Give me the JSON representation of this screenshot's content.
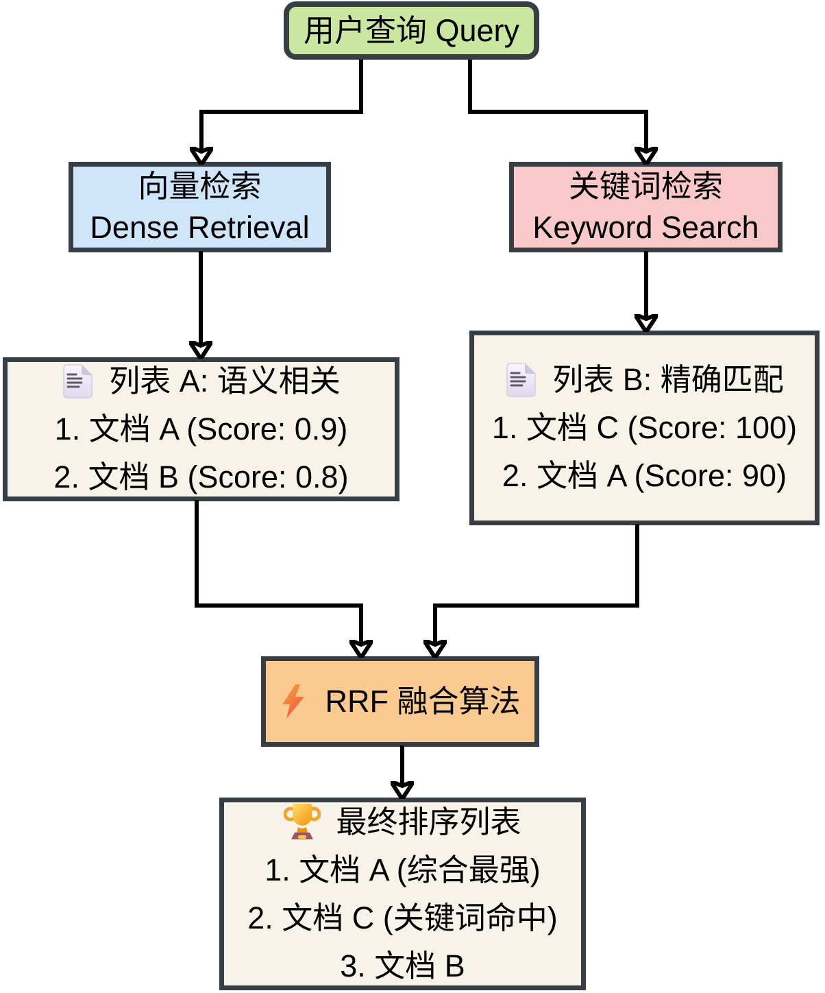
{
  "colors": {
    "canvas-bg": "#ffffff",
    "border": "#383e45",
    "edge": "#000000",
    "text": "#000000",
    "query-bg": "#c9e7a0",
    "dense-bg": "#cfe5f9",
    "keyword-bg": "#f9c9c9",
    "list-bg": "#f7f3e8",
    "rrf-bg": "#fbca90"
  },
  "nodes": {
    "query": {
      "label": "用户查询 Query"
    },
    "dense": {
      "lines": [
        "向量检索",
        "Dense Retrieval"
      ]
    },
    "keyword": {
      "lines": [
        "关键词检索",
        "Keyword Search"
      ]
    },
    "list_a": {
      "icon": "document-icon",
      "title": "列表 A: 语义相关",
      "items": [
        "1. 文档 A (Score: 0.9)",
        "2. 文档 B (Score: 0.8)"
      ]
    },
    "list_b": {
      "icon": "document-icon",
      "title": "列表 B: 精确匹配",
      "items": [
        "1. 文档 C (Score: 100)",
        "2. 文档 A (Score: 90)"
      ]
    },
    "rrf": {
      "icon": "lightning-icon",
      "label": "RRF 融合算法"
    },
    "final": {
      "icon": "trophy-icon",
      "title": "最终排序列表",
      "items": [
        "1. 文档 A (综合最强)",
        "2. 文档 C (关键词命中)",
        "3. 文档 B"
      ]
    }
  },
  "edges": [
    {
      "from": "query",
      "to": "dense"
    },
    {
      "from": "query",
      "to": "keyword"
    },
    {
      "from": "dense",
      "to": "list_a"
    },
    {
      "from": "keyword",
      "to": "list_b"
    },
    {
      "from": "list_a",
      "to": "rrf"
    },
    {
      "from": "list_b",
      "to": "rrf"
    },
    {
      "from": "rrf",
      "to": "final"
    }
  ]
}
